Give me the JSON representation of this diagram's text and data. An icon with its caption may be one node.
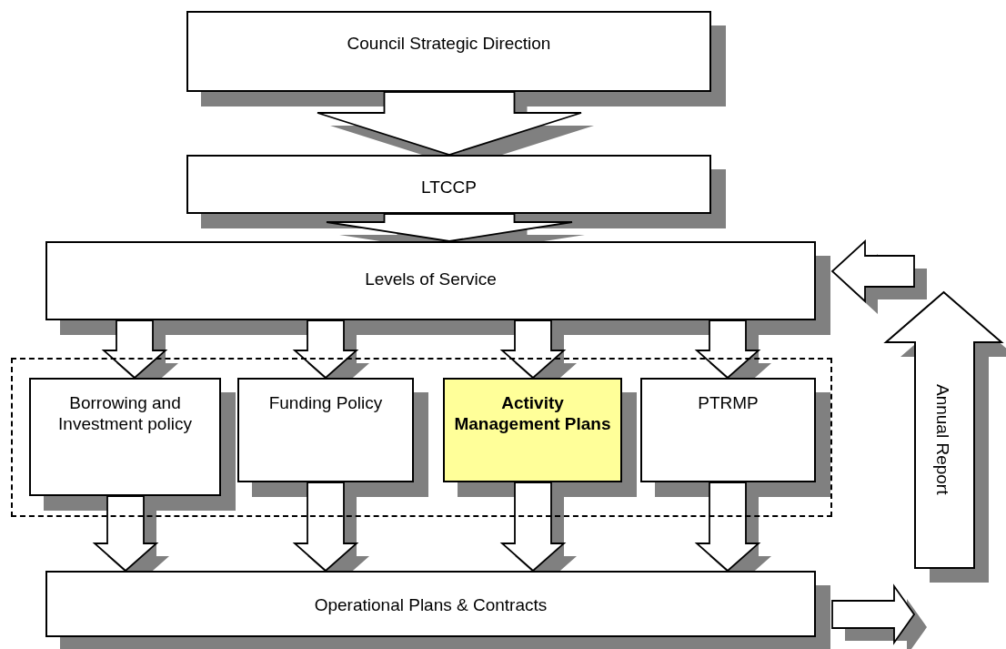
{
  "diagram": {
    "nodes": [
      {
        "text": [
          "Council Strategic Direction"
        ]
      },
      {
        "text": [
          "LTCCP"
        ]
      },
      {
        "text": [
          "Levels of Service"
        ]
      },
      {
        "text": [],
        "shape": "box"
      },
      {
        "text": [
          "Borrowing and Investment policy"
        ],
        "in": 3
      },
      {
        "text": [
          "Funding Policy"
        ],
        "in": 3
      },
      {
        "text": [
          "Activity Management Plans"
        ],
        "in": 3
      },
      {
        "text": [
          "PTRMP"
        ],
        "in": 3
      },
      {
        "text": [
          "Operational Plans & Contracts"
        ]
      },
      {
        "text": [
          "Annual Report"
        ]
      }
    ],
    "edges": [
      {
        "from": 0,
        "to": 1,
        "arrow": "to"
      },
      {
        "from": 1,
        "to": 2,
        "arrow": "to"
      },
      {
        "from": 2,
        "to": 4,
        "arrow": "to"
      },
      {
        "from": 2,
        "to": 5,
        "arrow": "to"
      },
      {
        "from": 2,
        "to": 6,
        "arrow": "to"
      },
      {
        "from": 2,
        "to": 7,
        "arrow": "to"
      },
      {
        "from": 4,
        "to": 8,
        "arrow": "to"
      },
      {
        "from": 5,
        "to": 8,
        "arrow": "to"
      },
      {
        "from": 6,
        "to": 8,
        "arrow": "to"
      },
      {
        "from": 7,
        "to": 8,
        "arrow": "to"
      },
      {
        "from": 8,
        "to": 9,
        "arrow": "to"
      },
      {
        "from": 9,
        "to": 2,
        "arrow": "to"
      }
    ]
  }
}
